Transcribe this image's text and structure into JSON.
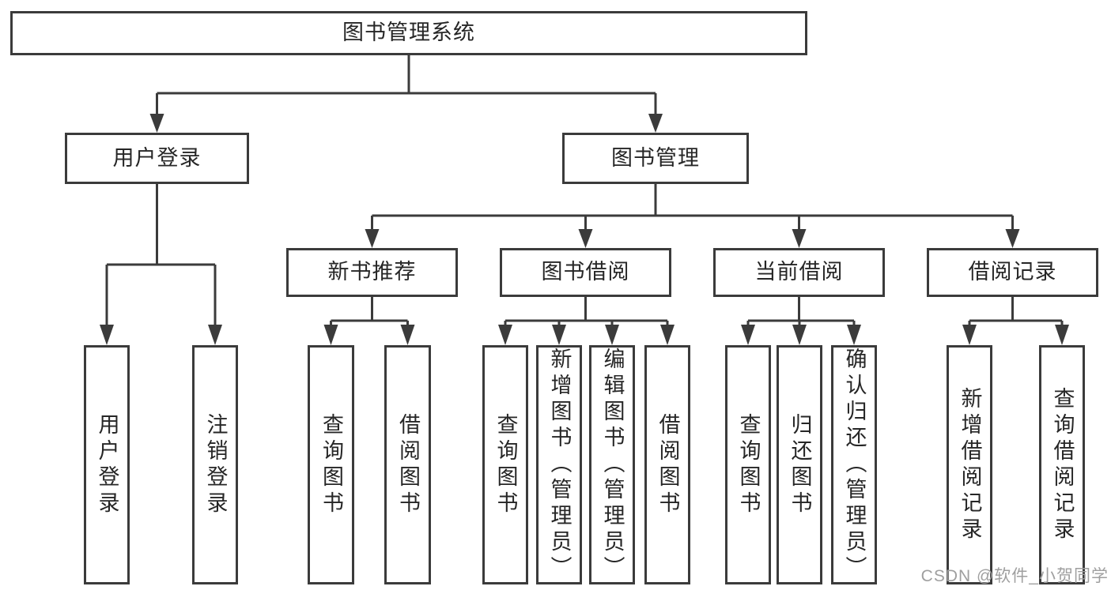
{
  "colors": {
    "line": "#3b3b3b",
    "box_border": "#3b3b3b",
    "text": "#262626",
    "background": "#ffffff",
    "watermark": "#9f9f9f"
  },
  "tree": {
    "root": "图书管理系统",
    "branches": [
      {
        "label": "用户登录",
        "leaves": [
          "用户登录",
          "注销登录"
        ]
      },
      {
        "label": "图书管理",
        "groups": [
          {
            "label": "新书推荐",
            "leaves": [
              "查询图书",
              "借阅图书"
            ]
          },
          {
            "label": "图书借阅",
            "leaves": [
              "查询图书",
              "新增图书（管理员）",
              "编辑图书（管理员）",
              "借阅图书"
            ]
          },
          {
            "label": "当前借阅",
            "leaves": [
              "查询图书",
              "归还图书",
              "确认归还（管理员）"
            ]
          },
          {
            "label": "借阅记录",
            "leaves": [
              "新增借阅记录",
              "查询借阅记录"
            ]
          }
        ]
      }
    ]
  },
  "watermark": "CSDN @软件_小贺同学"
}
